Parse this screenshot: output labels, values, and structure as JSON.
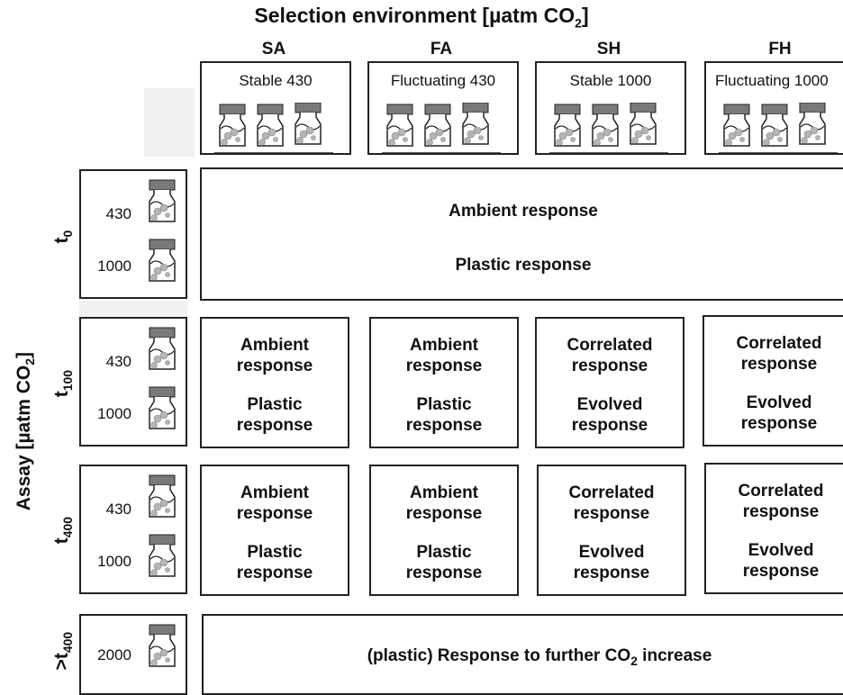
{
  "title": {
    "prefix": "Selection environment [µatm CO",
    "sub": "2",
    "suffix": "]"
  },
  "y_axis": {
    "prefix": "Assay [µatm CO",
    "sub": "2",
    "suffix": "]"
  },
  "columns": [
    {
      "code": "SA",
      "label": "Stable 430"
    },
    {
      "code": "FA",
      "label": "Fluctuating 430"
    },
    {
      "code": "SH",
      "label": "Stable 1000"
    },
    {
      "code": "FH",
      "label": "Fluctuating 1000"
    }
  ],
  "rows": {
    "t0": {
      "base": "t",
      "sub": "0",
      "assays": [
        "430",
        "1000"
      ]
    },
    "t100": {
      "base": "t",
      "sub": "100",
      "assays": [
        "430",
        "1000"
      ]
    },
    "t400": {
      "base": "t",
      "sub": "400",
      "assays": [
        "430",
        "1000"
      ]
    },
    "beyond": {
      "base": ">t",
      "sub": "400",
      "assays": [
        "2000"
      ]
    }
  },
  "t0_box": {
    "line1": "Ambient response",
    "line2": "Plastic response"
  },
  "ambient_cell": {
    "l1": "Ambient",
    "l2": "response",
    "l3": "Plastic",
    "l4": "response"
  },
  "evolved_cell": {
    "l1": "Correlated",
    "l2": "response",
    "l3": "Evolved",
    "l4": "response"
  },
  "final_box": {
    "prefix": "(plastic) Response to further CO",
    "sub": "2",
    "suffix": " increase"
  },
  "colors": {
    "bottle_cap": "#7a7a7a",
    "bubbles": "#b5b5b5",
    "outline": "#222222"
  }
}
